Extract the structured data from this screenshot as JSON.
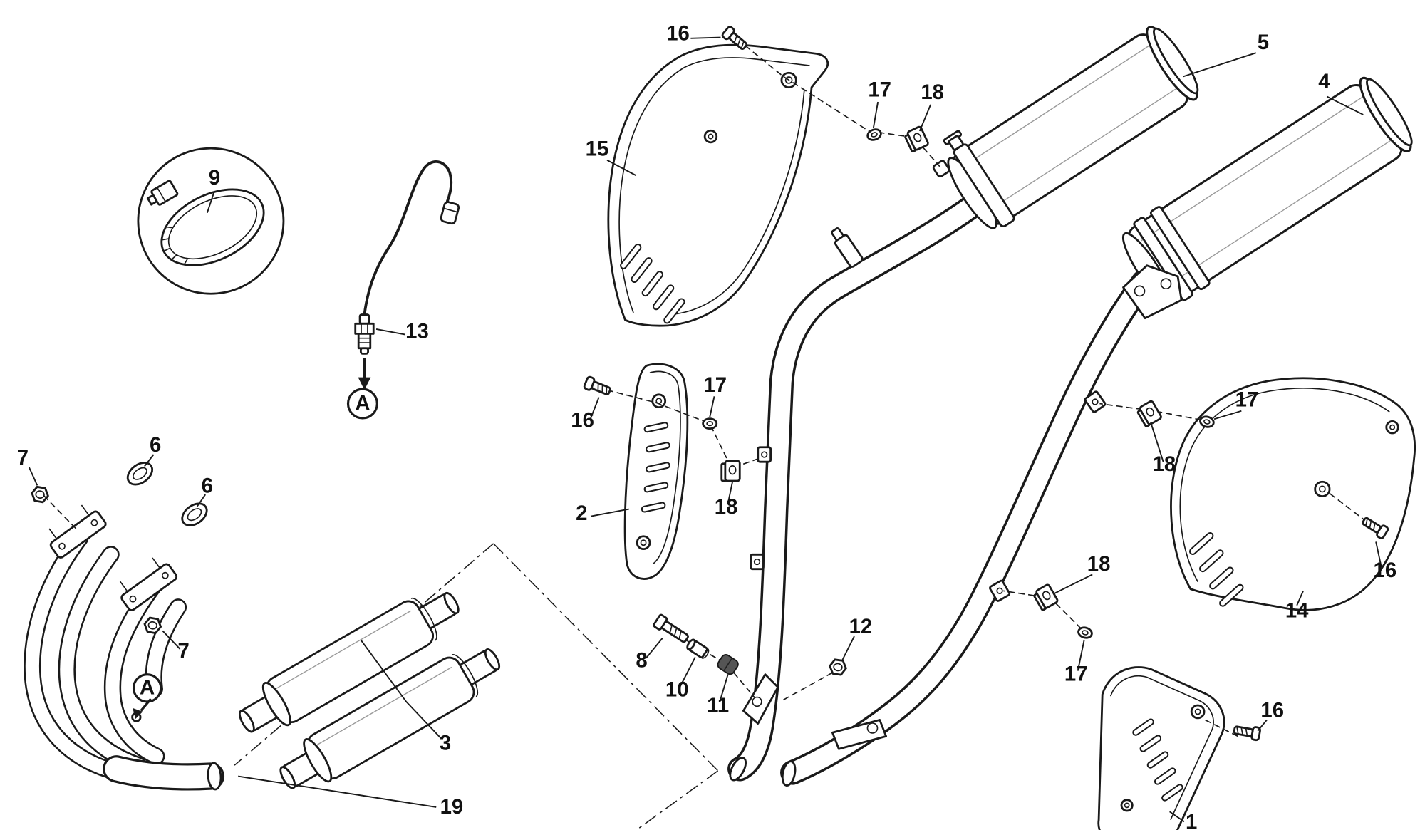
{
  "diagram": {
    "background": "#ffffff",
    "line_color": "#1a1a1a"
  },
  "labels": [
    {
      "text": "16"
    },
    {
      "text": "5"
    },
    {
      "text": "4"
    },
    {
      "text": "17"
    },
    {
      "text": "18"
    },
    {
      "text": "15"
    },
    {
      "text": "9"
    },
    {
      "text": "13"
    },
    {
      "text": "A"
    },
    {
      "text": "17"
    },
    {
      "text": "16"
    },
    {
      "text": "7"
    },
    {
      "text": "6"
    },
    {
      "text": "6"
    },
    {
      "text": "2"
    },
    {
      "text": "18"
    },
    {
      "text": "17"
    },
    {
      "text": "18"
    },
    {
      "text": "18"
    },
    {
      "text": "16"
    },
    {
      "text": "14"
    },
    {
      "text": "7"
    },
    {
      "text": "A"
    },
    {
      "text": "12"
    },
    {
      "text": "8"
    },
    {
      "text": "10"
    },
    {
      "text": "11"
    },
    {
      "text": "17"
    },
    {
      "text": "3"
    },
    {
      "text": "19"
    },
    {
      "text": "16"
    },
    {
      "text": "1"
    }
  ]
}
